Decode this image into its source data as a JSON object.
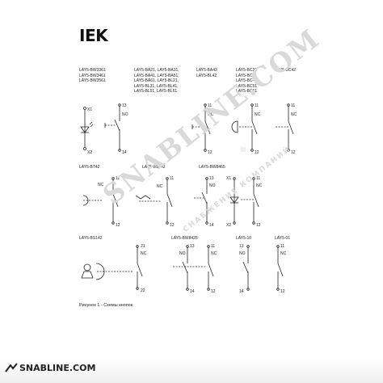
{
  "header": {
    "logo_main": "IEK"
  },
  "diagrams": {
    "row1": {
      "d1_label": "LAY5-BW3361\nLAY5-BW3461\nLAY5-BW3561",
      "d2_label": "LAY5-BA21, LAY5-BA31,\nLAY5-BA41, LAY5-BA51,\nLAY5-BA61, LAY5-BL21,\nLAY5-BL31, LAY5-BL41,\nLAY5-BL51, LAY5-BL61",
      "d3_label": "LAY5-BA42\nLAY5-BL42",
      "d4_label": "LAY5-BC21\nLAY5-BC31\nLAY5-BC41\nLAY5-BC51\nLAY5-BC61",
      "d5_label": "LAY5-BC42"
    },
    "row2": {
      "d1_label": "LAY5-BT42",
      "d2_label": "LAY5-BS542",
      "d3_label": "LAY5-BW8465"
    },
    "row3": {
      "d1_label": "LAY5-BS142",
      "d2_label": "LAY5-BW8425",
      "d3_label": "LAY5-10",
      "d4_label": "LAY5-01"
    },
    "terminals": {
      "x1": "X1",
      "x2": "X2",
      "n11": "11",
      "n12": "12",
      "n13": "13",
      "n14": "14",
      "n21": "21",
      "n22": "22",
      "no": "NO",
      "nc": "NC"
    }
  },
  "caption": "Рисунок 1 - Схемы кнопок",
  "watermark": {
    "main": "SNABLINE.COM",
    "sub": "СНАБЖЕНИЕ КОМПАНИЙ"
  },
  "footer": {
    "site": "SNABLINE.COM"
  }
}
